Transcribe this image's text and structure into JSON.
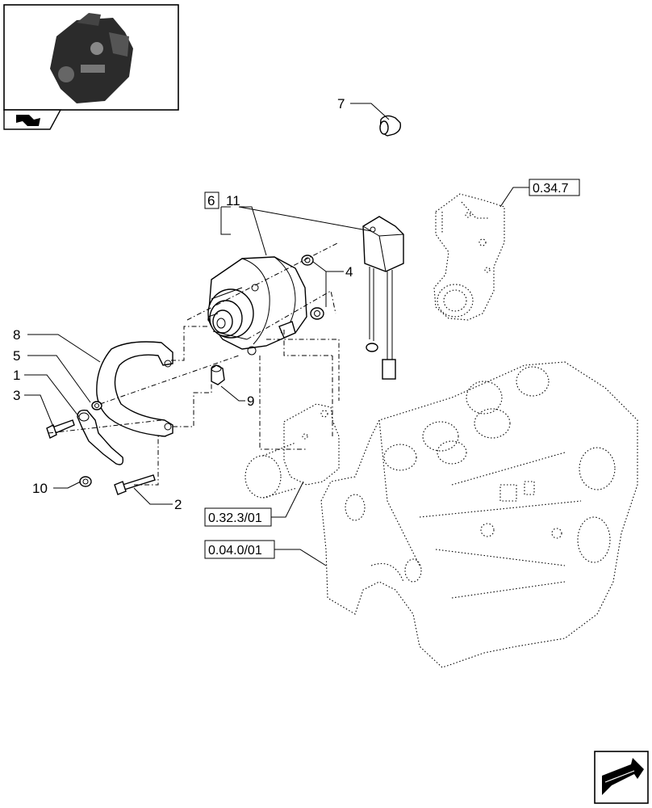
{
  "callouts": {
    "c1": "1",
    "c2": "2",
    "c3": "3",
    "c4": "4",
    "c5": "5",
    "c6": "6",
    "c7": "7",
    "c8": "8",
    "c9": "9",
    "c10": "10",
    "c11": "11"
  },
  "references": {
    "ref_bracket": "0.34.7",
    "ref_pump": "0.32.3/01",
    "ref_block": "0.04.0/01"
  },
  "icons": {
    "thumbnail": "engine-thumbnail-icon",
    "nav_small": "arrow-nav-icon",
    "nav_next": "next-page-arrow-icon"
  }
}
